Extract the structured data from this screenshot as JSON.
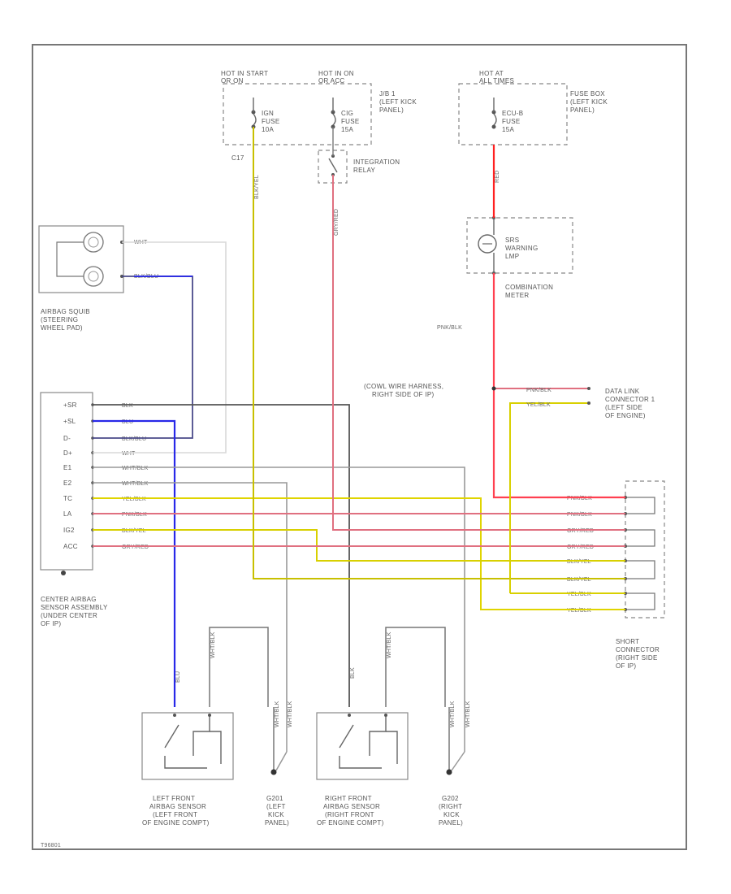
{
  "fuses": {
    "f1_hot": [
      "HOT IN START",
      "OR ON"
    ],
    "f1_name": [
      "IGN",
      "FUSE",
      "10A"
    ],
    "f2_hot": [
      "HOT IN ON",
      "OR ACC"
    ],
    "f2_name": [
      "CIG",
      "FUSE",
      "15A"
    ],
    "jb1": [
      "J/B 1",
      "(LEFT KICK",
      "PANEL)"
    ],
    "f3_hot": [
      "HOT AT",
      "ALL TIMES"
    ],
    "f3_name": [
      "ECU-B",
      "FUSE",
      "15A"
    ],
    "fusebox": [
      "FUSE BOX",
      "(LEFT KICK",
      "PANEL)"
    ],
    "c17": "C17"
  },
  "integration_relay": [
    "INTEGRATION",
    "RELAY"
  ],
  "srs_lamp": [
    "SRS",
    "WARNING",
    "LMP"
  ],
  "combination_meter": [
    "COMBINATION",
    "METER"
  ],
  "wire_labels": {
    "ign_riser": "BLK/YEL",
    "cig_riser": "GRY/RED",
    "fuse3_riser": "RED",
    "meter_riser": "PNK/BLK",
    "squib_top": "WHT",
    "squib_bottom": "BLK/BLU",
    "lf_sensor_a": "BLU",
    "lf_sensor_b": "WHT/BLK",
    "rf_sensor_a": "BLK",
    "rf_sensor_b": "WHT/BLK",
    "lg_a": "WHT/BLK",
    "lg_b": "WHT/BLK",
    "rg_a": "WHT/BLK",
    "rg_b": "WHT/BLK"
  },
  "airbag_squib": [
    "AIRBAG SQUIB",
    "(STEERING",
    "WHEEL PAD)"
  ],
  "center_sensor": {
    "pins": [
      "+SR",
      "+SL",
      "D-",
      "D+",
      "E1",
      "E2",
      "TC",
      "LA",
      "IG2",
      "ACC"
    ],
    "wires": [
      "BLK",
      "BLU",
      "BLK/BLU",
      "WHT",
      "WHT/BLK",
      "WHT/BLK",
      "YEL/BLK",
      "PNK/BLK",
      "BLK/YEL",
      "GRY/RED"
    ],
    "label": [
      "CENTER AIRBAG",
      "SENSOR ASSEMBLY",
      "(UNDER CENTER",
      "OF IP)"
    ]
  },
  "short_connector": {
    "wires": [
      "PNK/BLK",
      "PNK/BLK",
      "GRY/RED",
      "GRY/RED",
      "BLK/YEL",
      "BLK/YEL",
      "YEL/BLK",
      "YEL/BLK"
    ],
    "label": [
      "SHORT",
      "CONNECTOR",
      "(RIGHT SIDE",
      "OF IP)"
    ]
  },
  "splice": [
    "(COWL WIRE HARNESS,",
    "RIGHT SIDE OF IP)"
  ],
  "splice_wires": [
    "PNK/BLK",
    "YEL/BLK"
  ],
  "dlc": [
    "DATA LINK",
    "CONNECTOR 1",
    "(LEFT SIDE",
    "OF ENGINE)"
  ],
  "lf_sensor_label": [
    "LEFT FRONT",
    "AIRBAG SENSOR",
    "(LEFT FRONT",
    "OF ENGINE COMPT)"
  ],
  "rf_sensor_label": [
    "RIGHT FRONT",
    "AIRBAG SENSOR",
    "(RIGHT FRONT",
    "OF ENGINE COMPT)"
  ],
  "lg_label": [
    "G201",
    "(LEFT",
    "KICK",
    "PANEL)"
  ],
  "rg_label": [
    "G202",
    "(RIGHT",
    "KICK",
    "PANEL)"
  ],
  "footer": "T96801"
}
